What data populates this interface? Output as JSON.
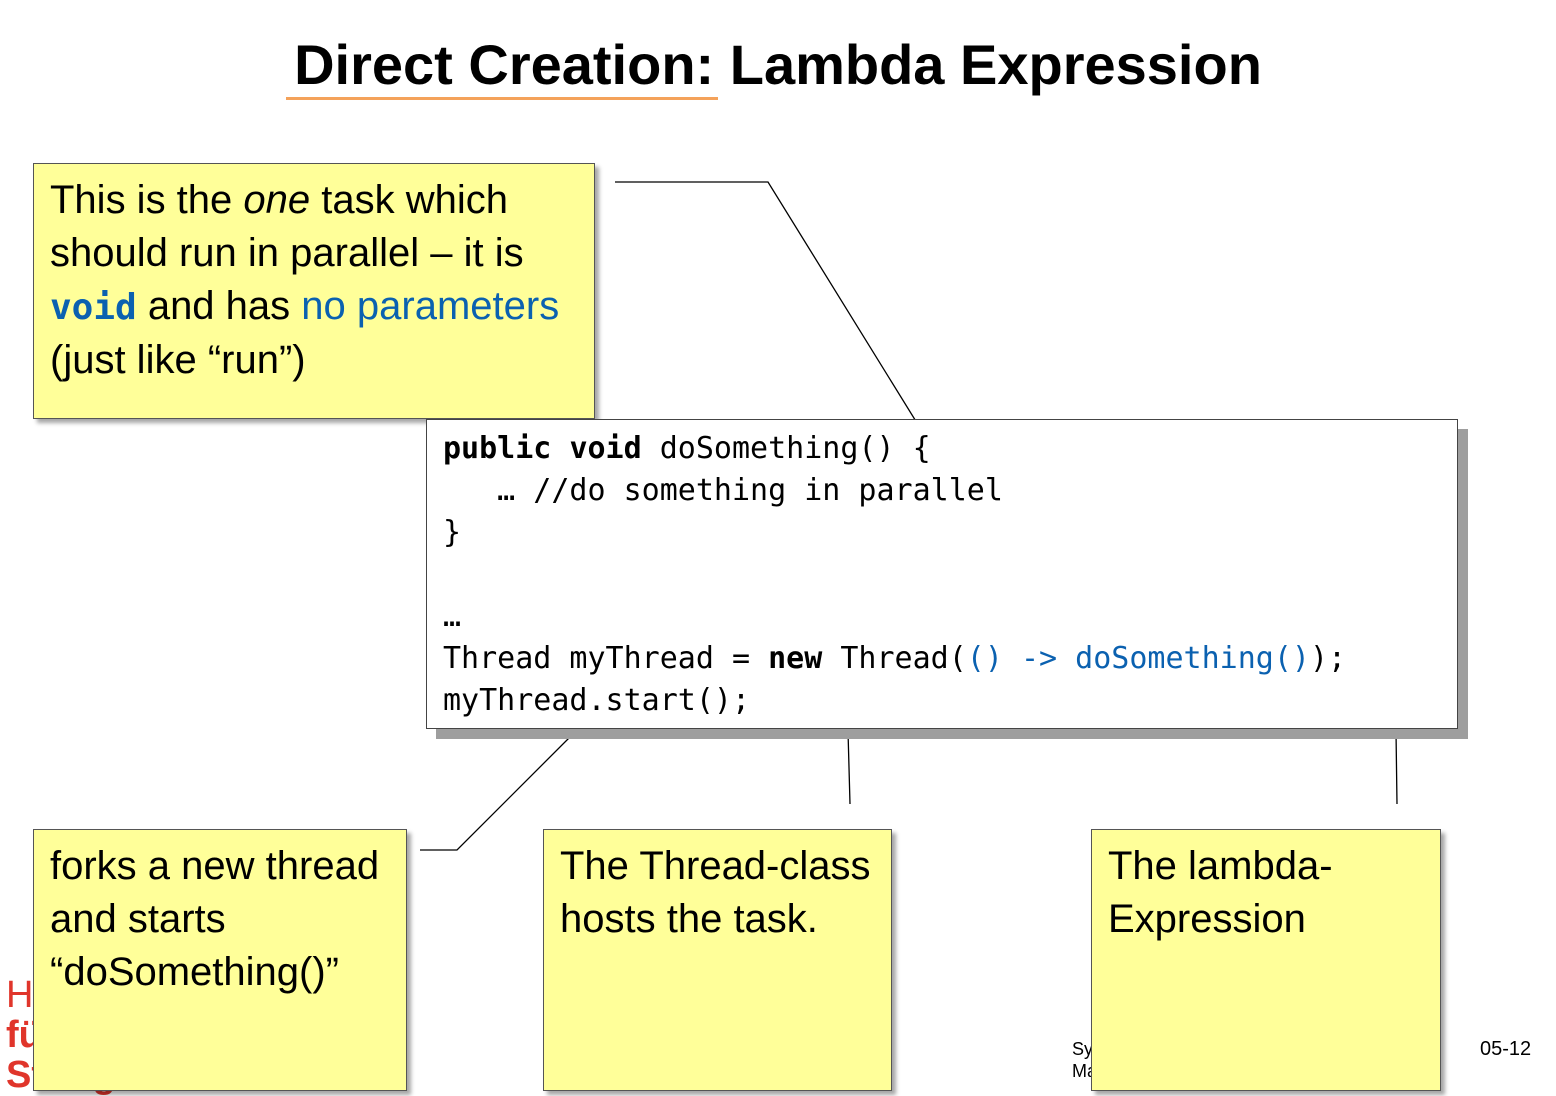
{
  "slide": {
    "title": "Direct Creation: Lambda Expression",
    "page_number": "05-12",
    "footer_left": [
      "H",
      "fü",
      "Stuttgart"
    ],
    "footer_mid": [
      "Sy",
      "Ma"
    ]
  },
  "note_top": {
    "part1": "This is the ",
    "part_em": "one",
    "part2": " task which should run in parallel – it is ",
    "keyword": "void",
    "part3": " and has ",
    "blue": "no parameters",
    "part4": " (just like “run”)"
  },
  "code": {
    "line1_kw1": "public",
    "line1_kw2": "void",
    "line1_rest": " doSomething() {",
    "line2": "   … //do something in parallel",
    "line3": "}",
    "line4": "",
    "line5": "…",
    "line6_a": "Thread myThread = ",
    "line6_kw": "new",
    "line6_b": " Thread(",
    "line6_lam": "() -> doSomething()",
    "line6_c": ");",
    "line7": "myThread.start();"
  },
  "note_fork": {
    "text": "forks a new thread and starts “doSomething()”"
  },
  "note_thread": {
    "text": "The Thread-class hosts the task."
  },
  "note_lambda": {
    "text": "The lambda-Expression"
  }
}
